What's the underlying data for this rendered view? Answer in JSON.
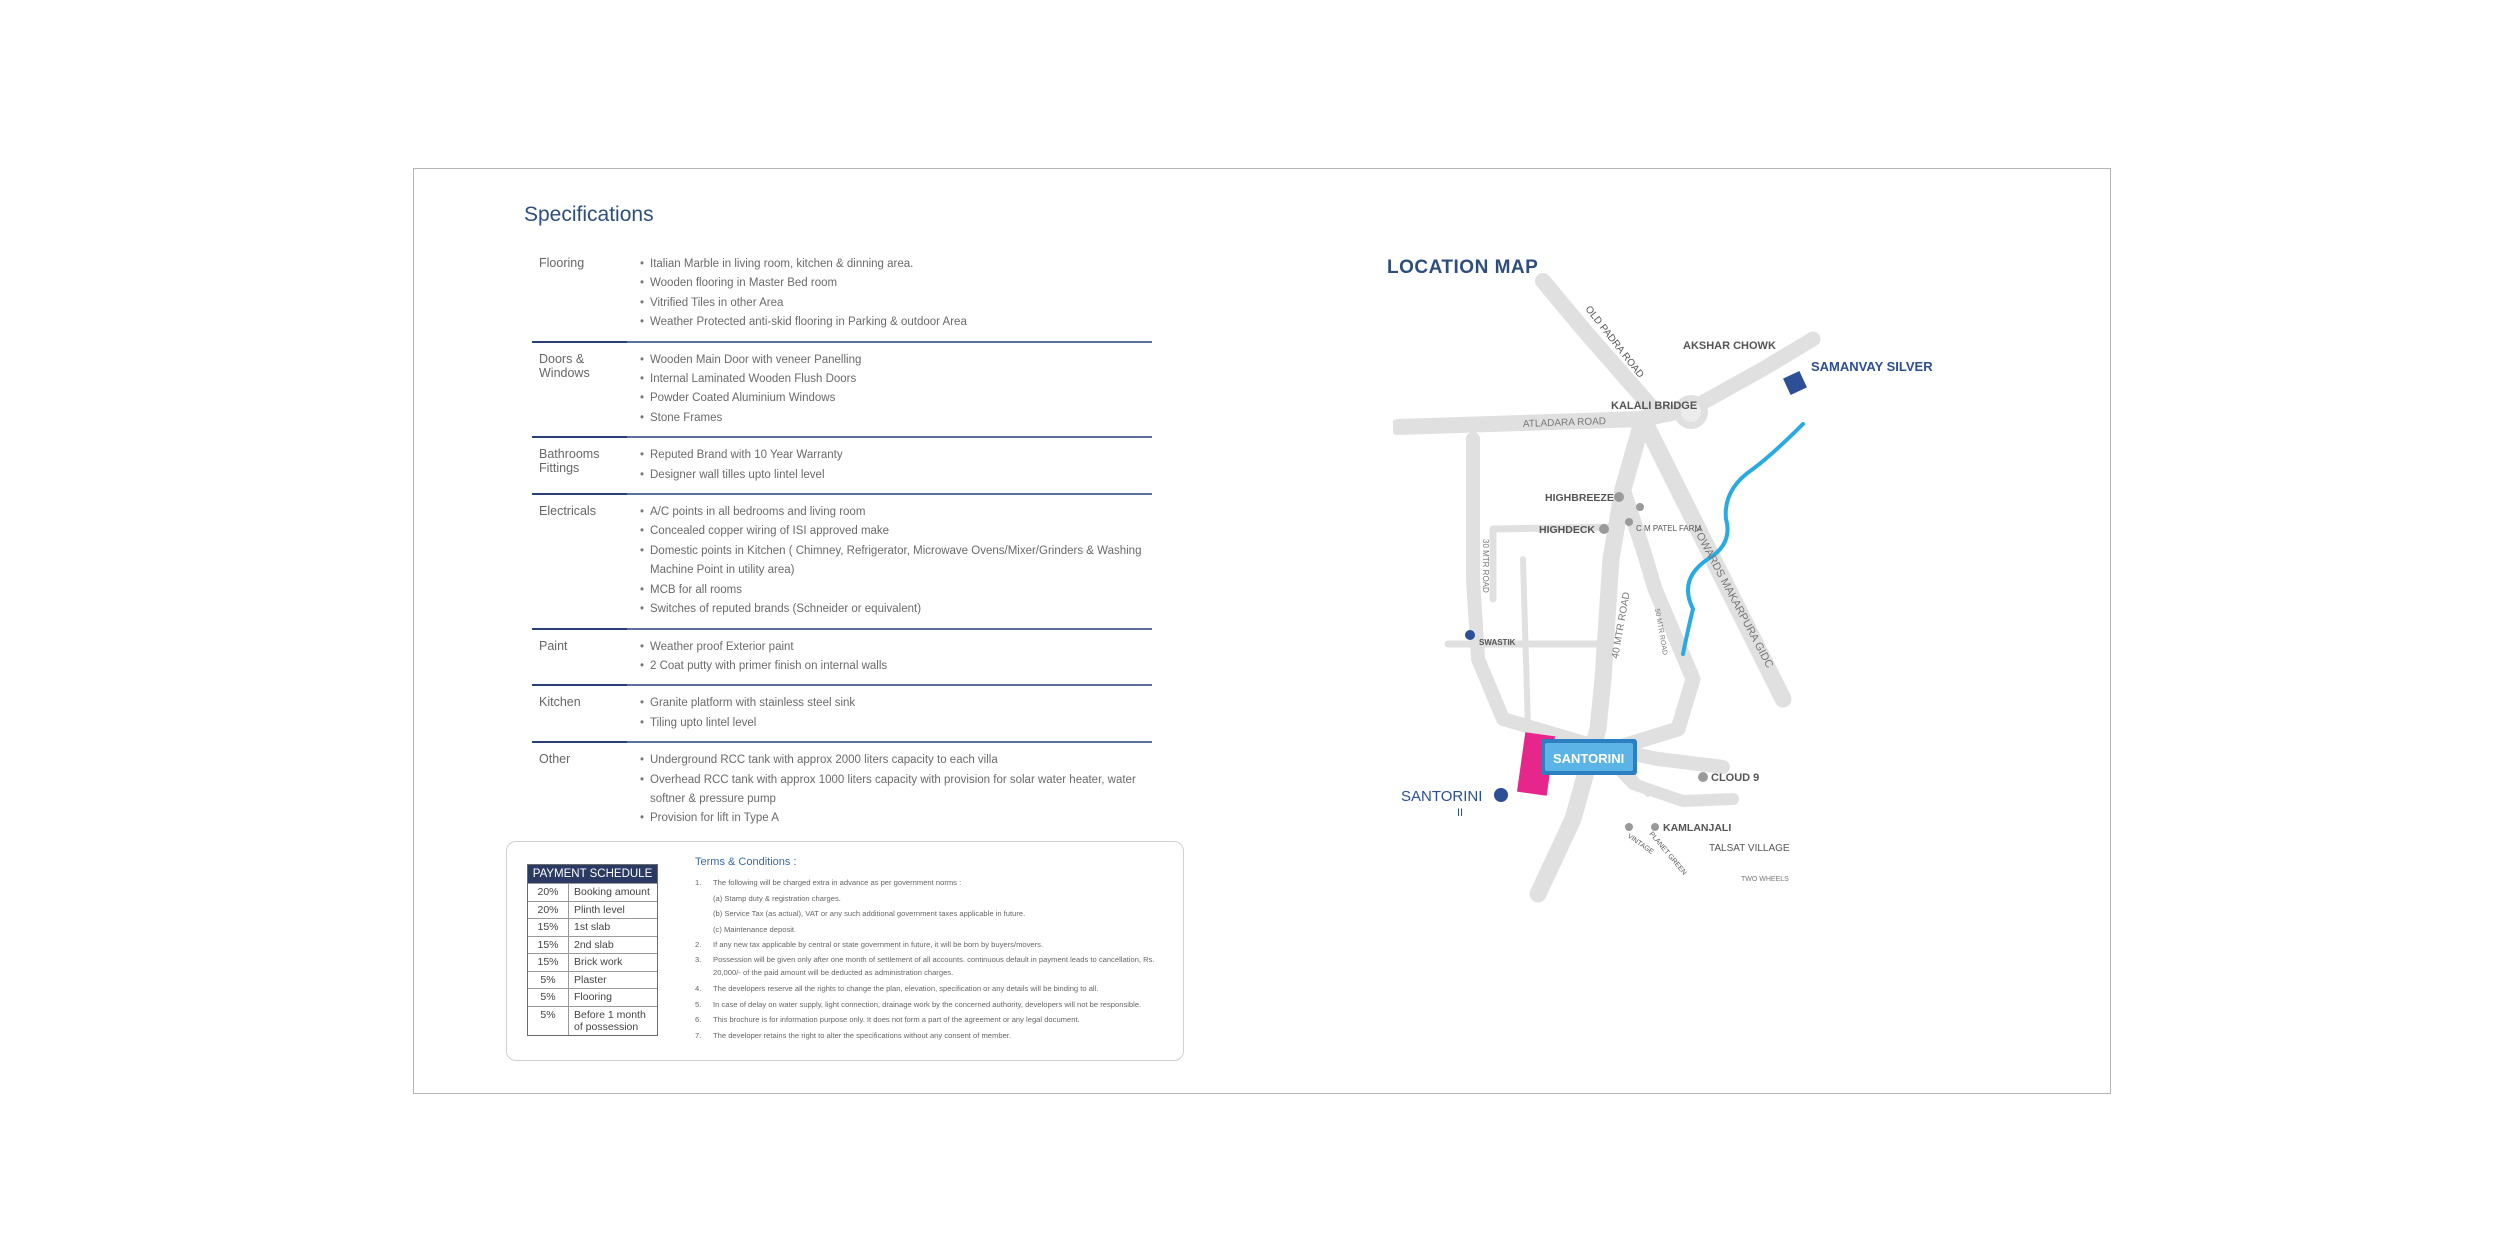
{
  "specifications": {
    "title": "Specifications",
    "rows": [
      {
        "category": "Flooring",
        "items": [
          "Italian Marble in living room, kitchen & dinning area.",
          "Wooden flooring in Master Bed room",
          "Vitrified Tiles in other Area",
          "Weather Protected anti-skid flooring in Parking & outdoor Area"
        ]
      },
      {
        "category": "Doors & Windows",
        "items": [
          "Wooden Main Door with veneer Panelling",
          "Internal Laminated Wooden Flush Doors",
          "Powder Coated Aluminium Windows",
          "Stone Frames"
        ]
      },
      {
        "category": "Bathrooms Fittings",
        "items": [
          "Reputed Brand with 10 Year Warranty",
          "Designer wall tilles upto lintel level"
        ]
      },
      {
        "category": "Electricals",
        "items": [
          "A/C points in all bedrooms and living room",
          "Concealed copper wiring of ISI approved make",
          "Domestic points in Kitchen ( Chimney, Refrigerator, Microwave Ovens/Mixer/Grinders & Washing Machine Point in utility area)",
          "MCB for all rooms",
          "Switches of reputed brands (Schneider or equivalent)"
        ]
      },
      {
        "category": "Paint",
        "items": [
          "Weather proof Exterior paint",
          "2 Coat putty with primer finish on internal walls"
        ]
      },
      {
        "category": "Kitchen",
        "items": [
          "Granite platform with stainless steel sink",
          "Tiling upto lintel level"
        ]
      },
      {
        "category": "Other",
        "items": [
          "Underground RCC tank with approx 2000 liters capacity to each villa",
          "Overhead RCC tank with approx 1000 liters capacity with provision for solar water heater, water softner & pressure pump",
          "Provision for lift in Type A"
        ]
      }
    ]
  },
  "payment_schedule": {
    "title": "PAYMENT SCHEDULE",
    "rows": [
      {
        "pct": "20%",
        "stage": "Booking amount"
      },
      {
        "pct": "20%",
        "stage": "Plinth level"
      },
      {
        "pct": "15%",
        "stage": "1st slab"
      },
      {
        "pct": "15%",
        "stage": "2nd slab"
      },
      {
        "pct": "15%",
        "stage": "Brick work"
      },
      {
        "pct": "5%",
        "stage": "Plaster"
      },
      {
        "pct": "5%",
        "stage": "Flooring"
      },
      {
        "pct": "5%",
        "stage": "Before 1 month of possession"
      }
    ]
  },
  "terms": {
    "title": "Terms & Conditions :",
    "items": [
      {
        "num": "1.",
        "text": "The following will be charged extra in advance as per government norms :"
      },
      {
        "num": "",
        "text": "(a) Stamp duty & registration charges."
      },
      {
        "num": "",
        "text": "(b) Service Tax (as actual), VAT or any such additional government taxes applicable in future."
      },
      {
        "num": "",
        "text": "(c) Maintenance deposit."
      },
      {
        "num": "2.",
        "text": "If any new tax applicable by central or state government in future, it will be born by buyers/movers."
      },
      {
        "num": "3.",
        "text": "Possession will be given only after one month of settlement of all accounts. continuous default in payment leads to cancellation, Rs. 20,000/- of the paid amount will be deducted as administration charges."
      },
      {
        "num": "4.",
        "text": "The developers reserve all the rights to change the plan, elevation, specification or any details will be binding to all."
      },
      {
        "num": "5.",
        "text": "In case of delay on water supply, light connection, drainage work by the concerned authority, developers will not be responsible."
      },
      {
        "num": "6.",
        "text": "This brochure is for information purpose only. It does not form a part of the agreement or any legal document."
      },
      {
        "num": "7.",
        "text": "The developer retains the right to alter the specifications without any consent of member."
      }
    ]
  },
  "location_map": {
    "title": "LOCATION MAP",
    "labels": {
      "old_padra_road": "OLD PADRA ROAD",
      "akshar_chowk": "AKSHAR CHOWK",
      "samanvay_silver": "SAMANVAY SILVER",
      "atladara_road": "ATLADARA ROAD",
      "kalali_bridge": "KALALI BRIDGE",
      "towards_makarpura": "TOWARDS MAKARPURA GIDC",
      "highbreeze": "HIGHBREEZE",
      "highdeck": "HIGHDECK",
      "cm_patel_farm": "C M PATEL FARM",
      "fifty_mtr_road": "50 MTR ROAD",
      "forty_mtr_road": "40 MTR ROAD",
      "thirty_mtr_road": "30 MTR ROAD",
      "swastik": "SWASTIK",
      "cloud9": "CLOUD 9",
      "santorini": "SANTORINI",
      "santorini_ii": "SANTORINI",
      "roman_ii": "II",
      "kamlanjali": "KAMLANJALI",
      "talsat_village": "TALSAT VILLAGE",
      "vintage": "VINTAGE",
      "planet_green": "PLANET GREEN",
      "two_wheels": "TWO WHEELS"
    },
    "colors": {
      "road": "#e0e0e0",
      "river": "#29abe2",
      "samanvay": "#2c4f95",
      "pink": "#e6268a",
      "landmark_dot": "#9a9a9a",
      "title": "#2e4e7e"
    }
  }
}
